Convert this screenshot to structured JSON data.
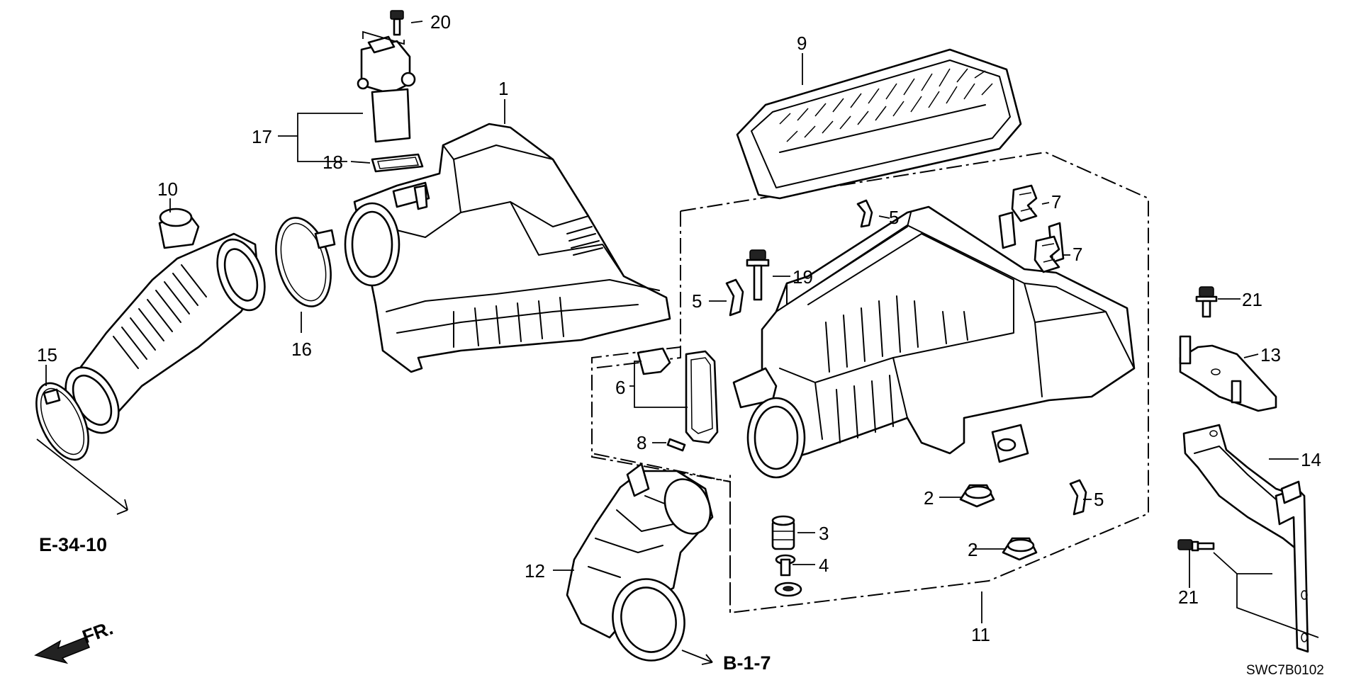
{
  "callouts": {
    "c1": "1",
    "c2a": "2",
    "c2b": "2",
    "c3": "3",
    "c4": "4",
    "c5a": "5",
    "c5b": "5",
    "c5c": "5",
    "c6": "6",
    "c7a": "7",
    "c7b": "7",
    "c8": "8",
    "c9": "9",
    "c10": "10",
    "c11": "11",
    "c12": "12",
    "c13": "13",
    "c14": "14",
    "c15": "15",
    "c16": "16",
    "c17": "17",
    "c18": "18",
    "c19": "19",
    "c20": "20",
    "c21a": "21",
    "c21b": "21"
  },
  "references": {
    "e3410": "E-34-10",
    "b17": "B-1-7",
    "front": "FR."
  },
  "diagram_code": "SWC7B0102"
}
